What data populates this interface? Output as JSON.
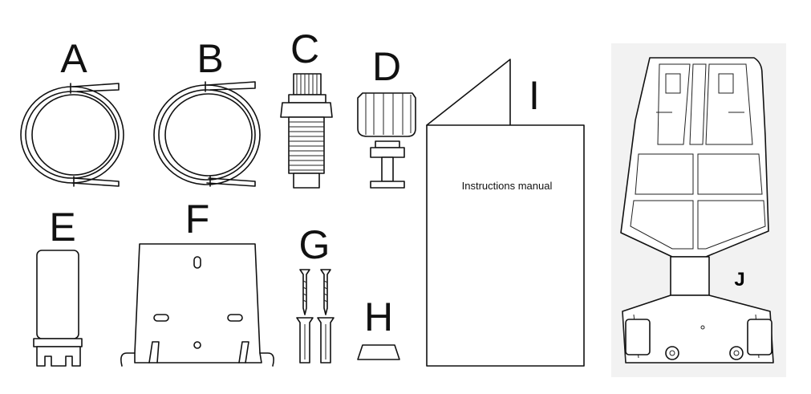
{
  "parts": {
    "a": {
      "letter": "A"
    },
    "b": {
      "letter": "B"
    },
    "c": {
      "letter": "C"
    },
    "d": {
      "letter": "D"
    },
    "e": {
      "letter": "E"
    },
    "f": {
      "letter": "F"
    },
    "g": {
      "letter": "G"
    },
    "h": {
      "letter": "H"
    },
    "i": {
      "letter": "I",
      "manual_text": "Instructions manual"
    },
    "j": {
      "letter": "J"
    }
  }
}
